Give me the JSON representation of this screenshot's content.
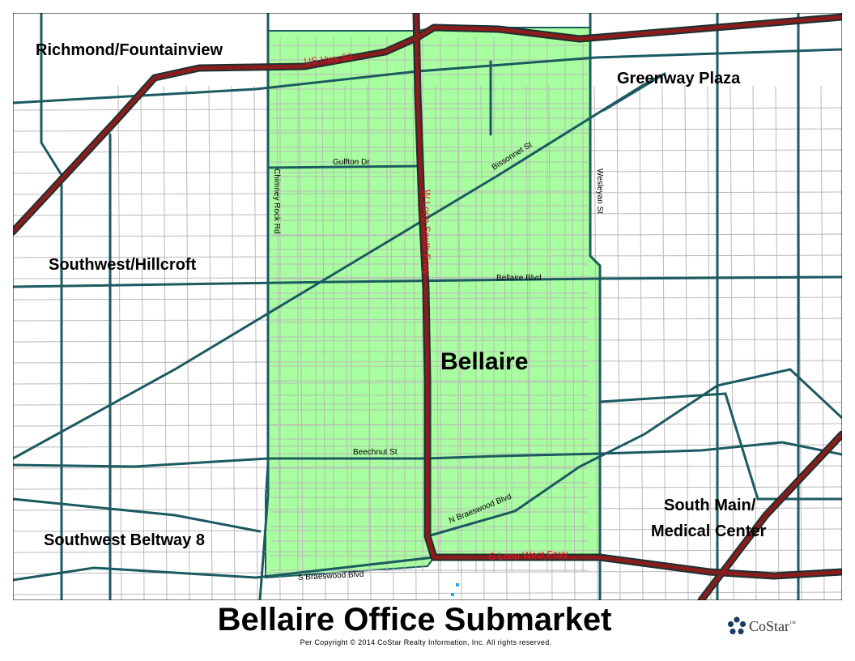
{
  "title": "Bellaire Office Submarket",
  "copyright": "Per Copyright © 2014 CoStar Realty Information, Inc.  All rights reserved.",
  "logo": {
    "name": "CoStar",
    "mark": "™"
  },
  "colors": {
    "submarket_fill": "#a8ff9f",
    "arterial": "#1b5a60",
    "freeway_fill": "#8b1c1c",
    "freeway_casing": "#1b3030",
    "local_streets": "#b9b9b9",
    "highway_label": "#e8142b",
    "water": "#2aa7e6"
  },
  "map": {
    "submarket": "Bellaire",
    "neighbors": {
      "richmond": "Richmond/Fountainview",
      "greenway": "Greenway Plaza",
      "hillcroft": "Southwest/Hillcroft",
      "beltway": "Southwest Beltway 8",
      "south_main_1": "South Main/",
      "south_main_2": "Medical Center"
    },
    "highways": {
      "us59": "US Hwy 59",
      "w_loop": "W Loop South Frwy",
      "s_loop": "S Loop West Frwy"
    },
    "streets": {
      "gulfton": "Gulfton Dr",
      "bissonnet": "Bissonnet St",
      "wesleyan": "Wesleyan St",
      "chimney": "Chimney Rock Rd",
      "bellaire": "Bellaire Blvd",
      "beechnut": "Beechnut St",
      "n_braeswood": "N Braeswood Blvd",
      "s_braeswood": "S Braeswood Blvd"
    }
  }
}
